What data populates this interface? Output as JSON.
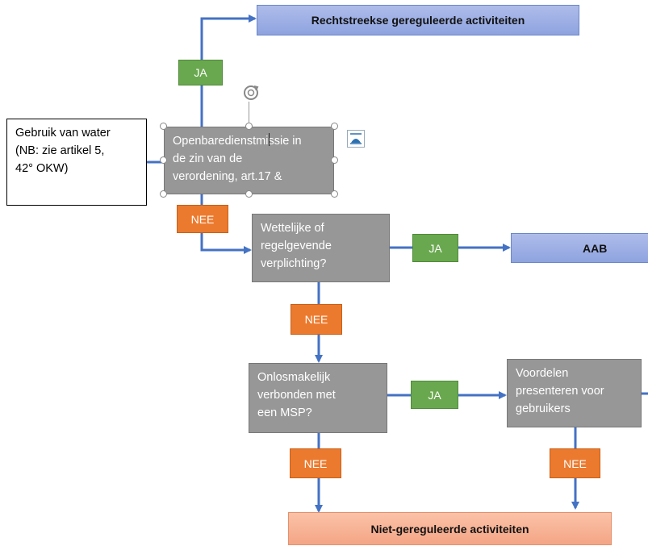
{
  "nodes": {
    "top_result": "Rechtstreekse gereguleerde activiteiten",
    "source": [
      "Gebruik van water",
      "(NB: zie artikel 5,",
      "42° OKW)"
    ],
    "q1": [
      "Openbaredienstmissie in",
      "de zin van de",
      "verordening, art.17 &"
    ],
    "q2": [
      "Wettelijke of",
      "regelgevende",
      "verplichting?"
    ],
    "aab": "AAB",
    "q3": [
      "Onlosmakelijk",
      "verbonden met",
      "een MSP?"
    ],
    "q4": [
      "Voordelen",
      "presenteren voor",
      "gebruikers"
    ],
    "bottom_result": "Niet-gereguleerde activiteiten"
  },
  "labels": {
    "ja": "JA",
    "nee": "NEE"
  },
  "icons": [
    "rotate-handle-icon",
    "layout-options-icon"
  ],
  "colors": {
    "arrow": "#4472c4",
    "ja": "#6aa84f",
    "nee": "#ec7a2e",
    "grey_box": "#979797",
    "blue_box": "#8ea3df",
    "salmon_box": "#f4a585"
  }
}
